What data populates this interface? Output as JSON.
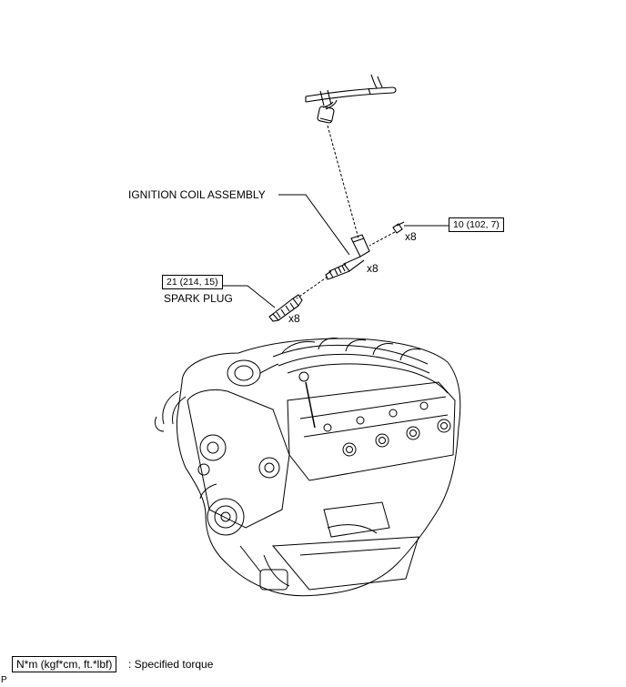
{
  "labels": {
    "ignition_coil": "IGNITION COIL ASSEMBLY",
    "spark_plug": "SPARK PLUG"
  },
  "torques": {
    "bolt": "10 (102, 7)",
    "spark_plug": "21 (214, 15)"
  },
  "quantities": {
    "bolt": "x8",
    "coil": "x8",
    "spark_plug": "x8"
  },
  "legend": {
    "unit_box": "N*m (kgf*cm, ft.*lbf)",
    "description": ": Specified torque"
  },
  "footer": {
    "mark": "P"
  }
}
